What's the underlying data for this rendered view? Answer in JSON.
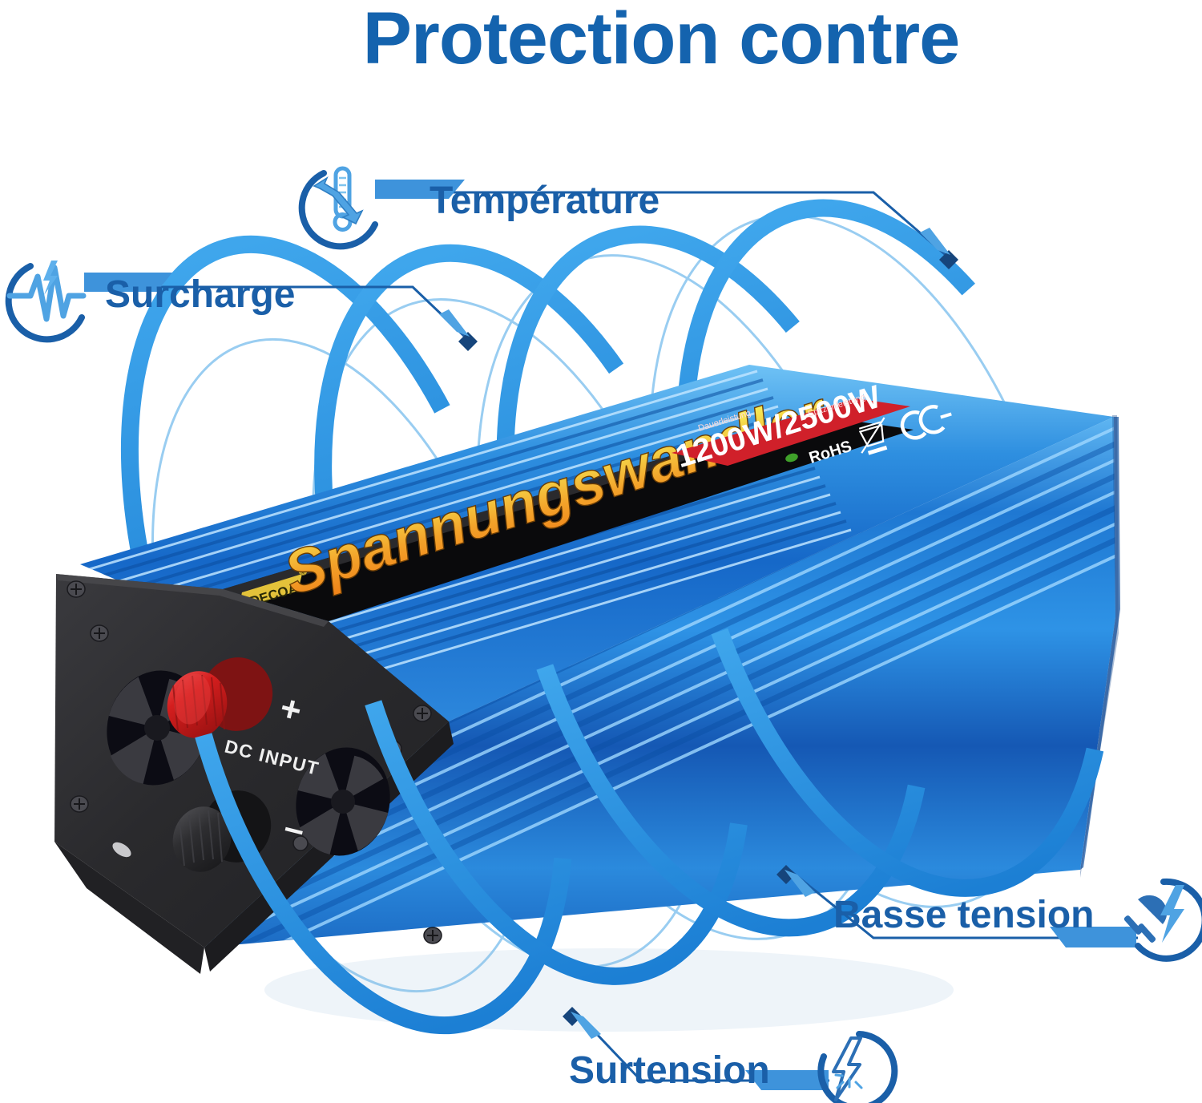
{
  "header": {
    "title": "Protection contre",
    "title_color": "#1463AE"
  },
  "theme": {
    "label_blue": "#1A5FA8",
    "arc_blue": "#2F9BE8",
    "ring_blue": "#8FC8F0",
    "icon_dark_blue": "#1A5FA8",
    "icon_light_blue": "#4FA3E3",
    "leader_line": "#1A5FA8",
    "body_blue": "#1E74D0",
    "panel_black": "#2B2B2E",
    "terminal_red": "#D01B1B",
    "banner_red": "#D0202A",
    "logo_gold": "#E8C83C",
    "brand_orange": "#F08A1E",
    "brand_yellow": "#F2E34A"
  },
  "features": [
    {
      "id": "temperature",
      "label": "Température",
      "icon": "thermometer-arrows-icon"
    },
    {
      "id": "surcharge",
      "label": "Surcharge",
      "icon": "pulse-waveform-bolt-icon"
    },
    {
      "id": "basse-tension",
      "label": "Basse tension",
      "icon": "plug-bolt-icon"
    },
    {
      "id": "surtension",
      "label": "Surtension",
      "icon": "bolt-spark-icon"
    }
  ],
  "product": {
    "type": "power-inverter",
    "brand_logo_text": "EDECOA",
    "brand_logo_mark": "®",
    "model_text": "Spannungswandler",
    "power_banner": "1200W/2500W",
    "banner_small_text_left": "Dauerleistung",
    "banner_small_text_right": "Spitzenleistung",
    "certifications": [
      "RoHS",
      "WEEE",
      "CE"
    ],
    "panel_labels": {
      "dc_input": "DC INPUT",
      "positive": "+",
      "negative": "–"
    }
  }
}
